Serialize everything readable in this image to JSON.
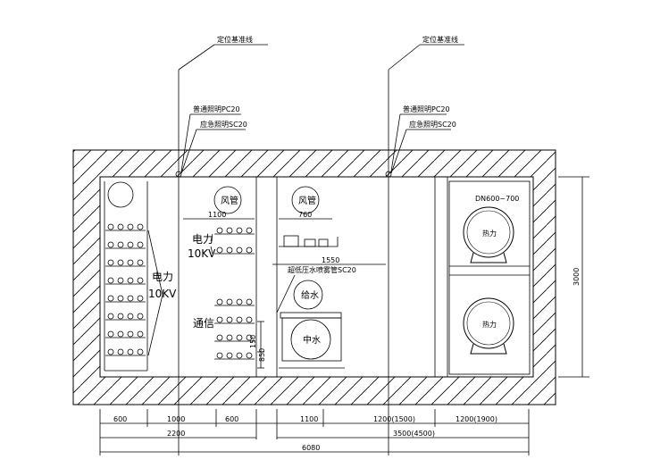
{
  "labels": {
    "positioning_line_left": "定位基准线",
    "positioning_line_right": "定位基准线",
    "pipe_pc20_left": "普通照明PC20",
    "pipe_sc20_left": "应急照明SC20",
    "pipe_pc20_right": "普通照明PC20",
    "pipe_sc20_right": "应急照明SC20",
    "duct_left": "风管",
    "duct_right": "风管",
    "power_10kv_top_a": "电力",
    "power_10kv_top_b": "10KV",
    "power_10kv_left_a": "电力",
    "power_10kv_left_b": "10KV",
    "telecom": "通信",
    "supply_water": "给水",
    "reclaimed_water": "中水",
    "fire_pipe_sc20": "超低压水喷雾管SC20",
    "heat_top": "热力",
    "heat_bottom": "热力",
    "dn_label": "DN600~700"
  },
  "dimensions": {
    "d_1100_top": "1100",
    "d_760": "760",
    "d_1550": "1550",
    "d_850": "850",
    "d_150": "150",
    "d_3000": "3000",
    "bottom_600_a": "600",
    "bottom_1000": "1000",
    "bottom_600_b": "600",
    "bottom_1100": "1100",
    "bottom_1200_1500": "1200(1500)",
    "bottom_1200_1900": "1200(1900)",
    "bottom_2200": "2200",
    "bottom_3500_4500": "3500(4500)",
    "bottom_6080": "6080"
  }
}
